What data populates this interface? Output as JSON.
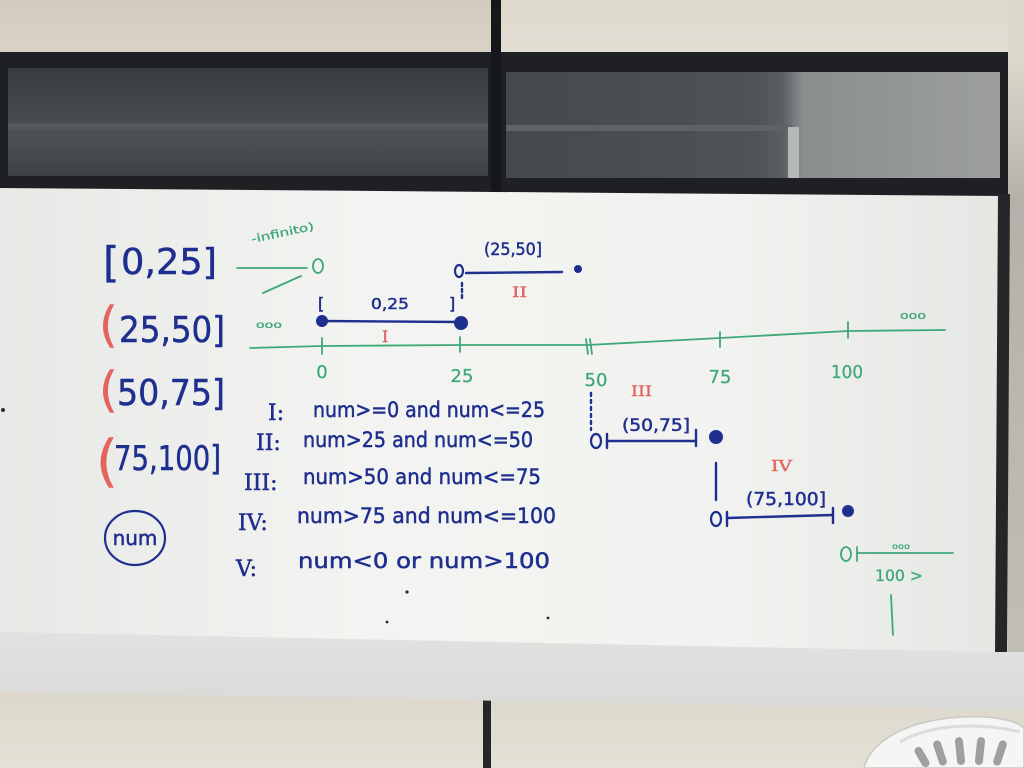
{
  "colors": {
    "blue_ink": "#1f2f8f",
    "red_ink": "#e3645e",
    "green_ink": "#3ea878",
    "whiteboard": "#f1f2ef"
  },
  "whiteboard": {
    "interval_list": [
      {
        "open": "[",
        "rest": "0,25]"
      },
      {
        "open": "(",
        "rest": "25,50]"
      },
      {
        "open": "(",
        "rest": "50,75]"
      },
      {
        "open": "(",
        "rest": "75,100]"
      }
    ],
    "variable": "num",
    "number_line": {
      "left_ellipsis": "ooo",
      "right_ellipsis": "ooo",
      "tick_labels": [
        "0",
        "25",
        "50",
        "75",
        "100"
      ]
    },
    "segments": {
      "below_zero": {
        "note": "-infinito)"
      },
      "I": {
        "roman": "I",
        "open": "[",
        "label": "0,25",
        "close": "]"
      },
      "II": {
        "roman": "II",
        "label": "(25,50]"
      },
      "III": {
        "roman": "III",
        "label": "(50,75]"
      },
      "IV": {
        "roman": "IV",
        "label": "(75,100]"
      },
      "above_hundred": {
        "label": "100 >",
        "ellipsis": "ooo"
      }
    },
    "conditions": [
      {
        "roman": "I:",
        "rule": "num>=0 and num<=25"
      },
      {
        "roman": "II:",
        "rule": "num>25 and num<=50"
      },
      {
        "roman": "III:",
        "rule": "num>50 and num<=75"
      },
      {
        "roman": "IV:",
        "rule": "num>75 and num<=100"
      },
      {
        "roman": "V:",
        "rule": "num<0 or num>100"
      }
    ]
  }
}
